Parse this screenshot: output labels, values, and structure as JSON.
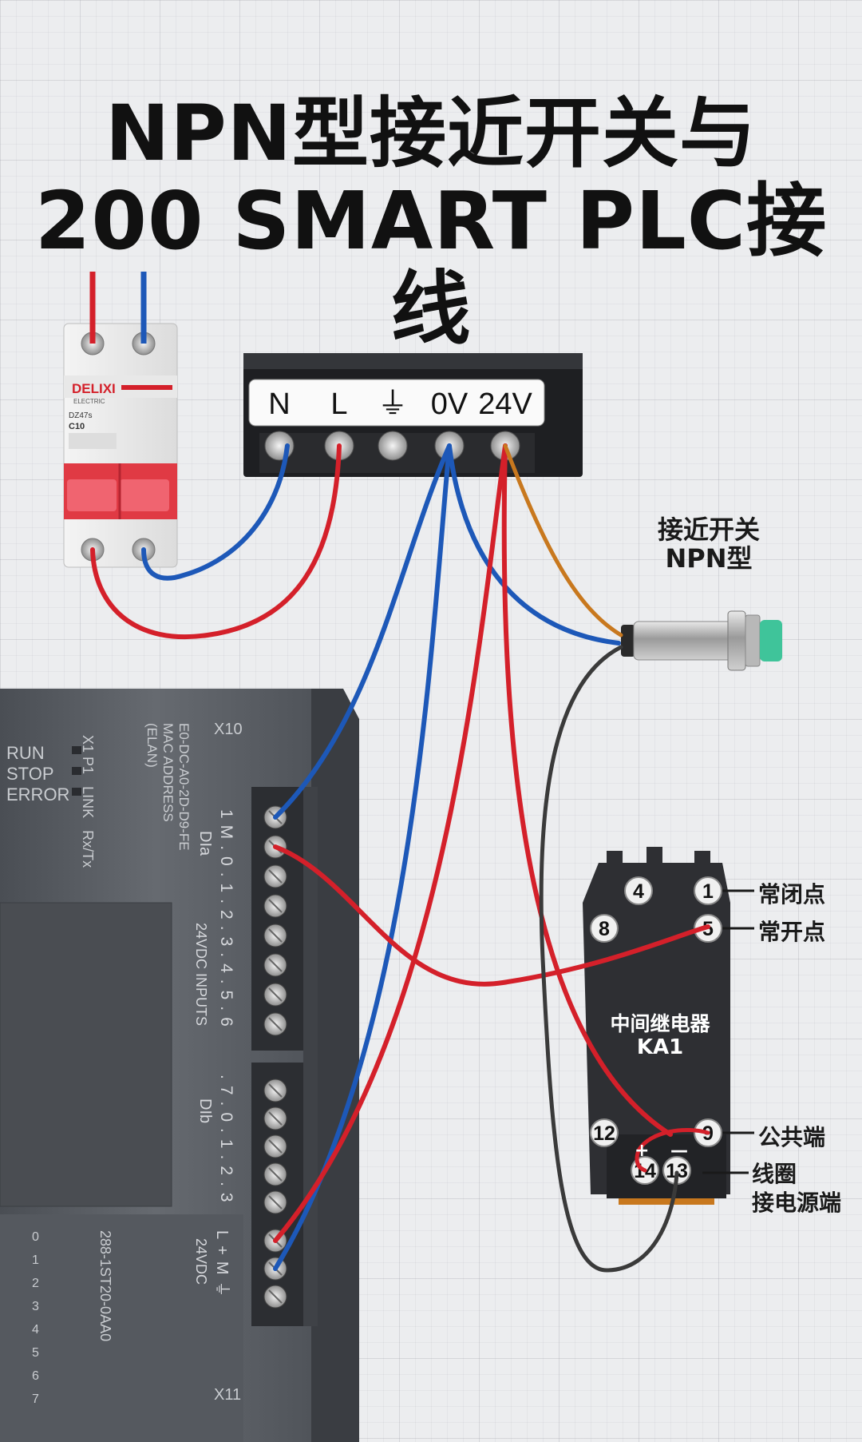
{
  "title": {
    "line1": "NPN型接近开关与",
    "line2": "200 SMART PLC接线"
  },
  "breaker": {
    "brand": "DELIXI",
    "sub": "ELECTRIC",
    "model": "DZ47s",
    "rating": "C10"
  },
  "power_supply": {
    "terminals": [
      "N",
      "L",
      "⏚",
      "0V",
      "24V"
    ]
  },
  "sensor": {
    "label_line1": "接近开关",
    "label_line2": "NPN型"
  },
  "plc": {
    "status_leds": [
      "RUN",
      "STOP",
      "ERROR"
    ],
    "port_labels": [
      "X1 P1",
      "LINK",
      "Rx/Tx"
    ],
    "mac_title": "MAC ADDRESS",
    "mac_value": "E0-DC-A0-2D-D9-FE",
    "mac_sub": "(ELAN)",
    "x10": "X10",
    "x11": "X11",
    "dia": "DIa",
    "dib": "DIb",
    "inputs_label": "24VDC INPUTS",
    "terminals_a": [
      "1M",
      ".0",
      ".1",
      ".2",
      ".3",
      ".4",
      ".5",
      ".6"
    ],
    "terminals_b": [
      ".7",
      ".0",
      ".1",
      ".2",
      ".3"
    ],
    "supply_terms": [
      "L+",
      "M",
      "⏚"
    ],
    "supply_label": "24VDC",
    "model": "288-1ST20-0AA0",
    "bottom_leds": [
      "0",
      "1",
      "2",
      "3",
      "4",
      "5",
      "6",
      "7"
    ]
  },
  "relay": {
    "name": "中间继电器",
    "tag": "KA1",
    "pins": [
      "4",
      "1",
      "8",
      "5",
      "12",
      "9",
      "14",
      "13"
    ],
    "plus": "+",
    "minus": "—",
    "nc_label": "常闭点",
    "no_label": "常开点",
    "com_label": "公共端",
    "coil_line1": "线圈",
    "coil_line2": "接电源端"
  },
  "colors": {
    "red_wire": "#d4202a",
    "blue_wire": "#1d58b8",
    "black_wire": "#3a3a3a",
    "brown_wire": "#c8781e",
    "plc_body": "#5c6066",
    "relay_body": "#2e2f33"
  }
}
